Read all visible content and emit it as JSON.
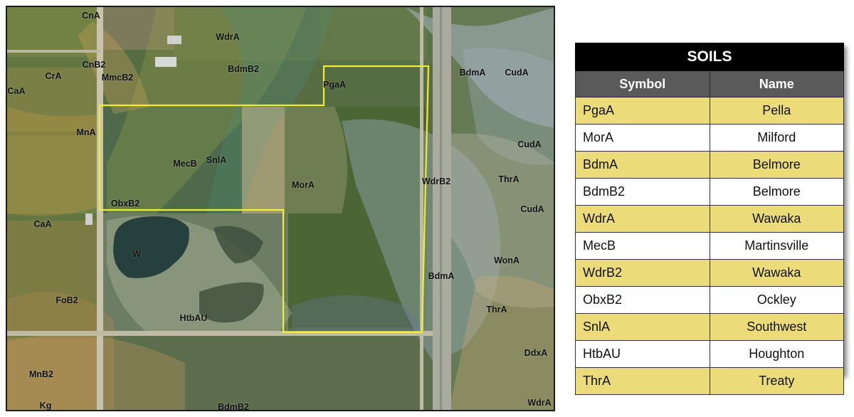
{
  "map": {
    "labels": [
      "CnA",
      "CnB2",
      "MmcB2",
      "CrA",
      "CaA",
      "WdrA",
      "BdmB2",
      "PgaA",
      "BdmA",
      "CudA",
      "MnA",
      "MecB",
      "SnlA",
      "MorA",
      "WdrB2",
      "CudA",
      "ThrA",
      "CudA",
      "ObxB2",
      "CaA",
      "W",
      "WonA",
      "BdmA",
      "FoB2",
      "HtbAU",
      "ThrA",
      "DdxA",
      "MnB2",
      "Kg",
      "BdmB2",
      "WdrA"
    ],
    "boundary_color": "#f2ec2e"
  },
  "legend": {
    "title": "SOILS",
    "columns": [
      "Symbol",
      "Name"
    ],
    "rows": [
      {
        "symbol": "PgaA",
        "name": "Pella",
        "highlight": true
      },
      {
        "symbol": "MorA",
        "name": "Milford",
        "highlight": false
      },
      {
        "symbol": "BdmA",
        "name": "Belmore",
        "highlight": true
      },
      {
        "symbol": "BdmB2",
        "name": "Belmore",
        "highlight": false
      },
      {
        "symbol": "WdrA",
        "name": "Wawaka",
        "highlight": true
      },
      {
        "symbol": "MecB",
        "name": "Martinsville",
        "highlight": false
      },
      {
        "symbol": "WdrB2",
        "name": "Wawaka",
        "highlight": true
      },
      {
        "symbol": "ObxB2",
        "name": "Ockley",
        "highlight": false
      },
      {
        "symbol": "SnlA",
        "name": "Southwest",
        "highlight": true
      },
      {
        "symbol": "HtbAU",
        "name": "Houghton",
        "highlight": false
      },
      {
        "symbol": "ThrA",
        "name": "Treaty",
        "highlight": true
      }
    ],
    "highlight_color": "#ecdc79",
    "header_color": "#5a5a5a"
  }
}
